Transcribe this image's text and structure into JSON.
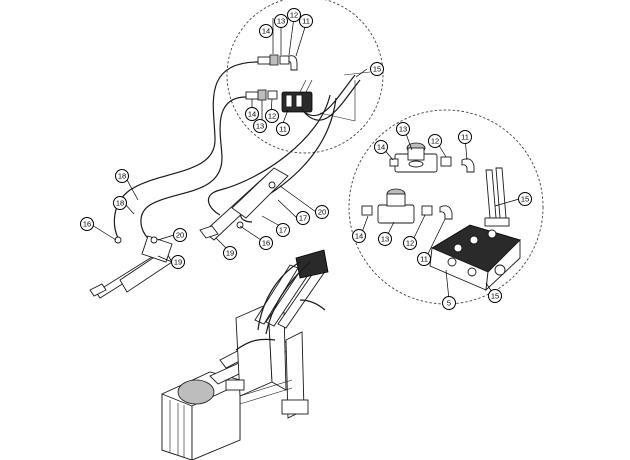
{
  "callouts": {
    "c11_top": "11",
    "c12_top": "12",
    "c13_top": "13",
    "c14_top": "14",
    "c15_top": "15",
    "c14_mid": "14",
    "c13_mid": "13",
    "c12_mid": "12",
    "c11_mid": "11",
    "c18_a": "18",
    "c18_b": "18",
    "c16_left": "16",
    "c20_left": "20",
    "c19_left": "19",
    "c16_mid": "16",
    "c17_mid": "17",
    "c20_mid": "20",
    "c17_right": "17",
    "c19_mid": "19",
    "c13_det": "13",
    "c12_det": "12",
    "c11_det": "11",
    "c14_det": "14",
    "c15_det_a": "15",
    "c14_det_b": "14",
    "c13_det_b": "13",
    "c12_det_b": "12",
    "c11_det_b": "11",
    "c15_det_b": "15",
    "c5_det": "5"
  }
}
